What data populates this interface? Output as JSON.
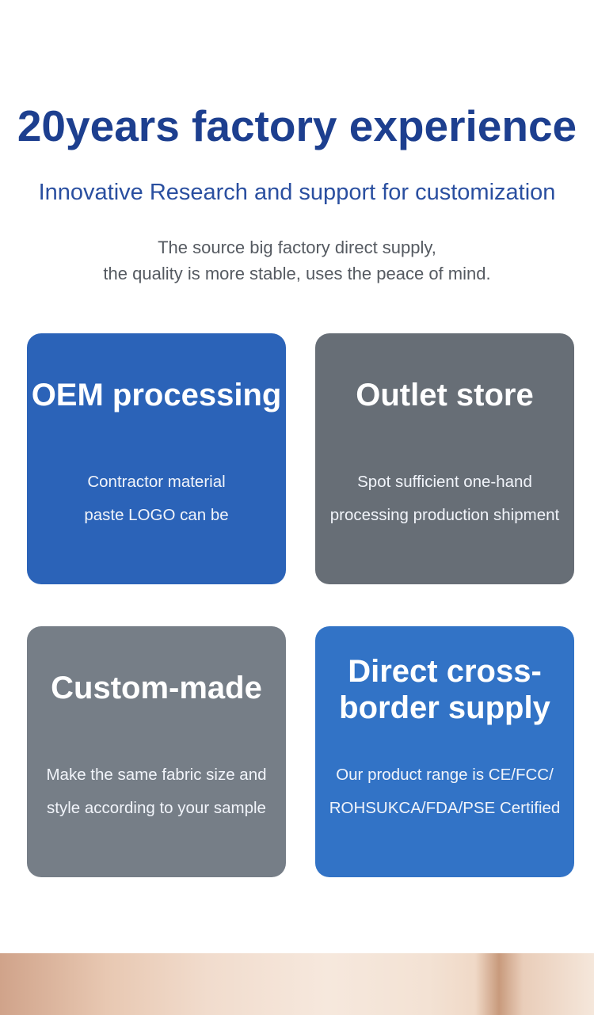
{
  "header": {
    "headline": "20years factory experience",
    "subhead": "Innovative Research and support for customization",
    "intro_lines": [
      "The source big factory direct supply,",
      "the quality is more stable, uses the peace of mind."
    ]
  },
  "cards": {
    "oem": {
      "title": "OEM processing",
      "desc_lines": [
        "Contractor material",
        "paste LOGO can be"
      ]
    },
    "outlet": {
      "title": "Outlet store",
      "desc_lines": [
        "Spot sufficient one-hand",
        "processing production shipment"
      ]
    },
    "custom": {
      "title": "Custom-made",
      "desc_lines": [
        "Make the same fabric size and",
        "style according to your sample"
      ]
    },
    "cross": {
      "title_lines": [
        "Direct cross-",
        "border supply"
      ],
      "desc_lines": [
        "Our product range is CE/FCC/",
        "ROHSUKCA/FDA/PSE Certified"
      ]
    }
  },
  "colors": {
    "headline": "#1d3f8f",
    "subhead": "#2a4fa0",
    "card_blue": "#2b63b8",
    "card_gray": "#676e76",
    "card_gray_light": "#767e87",
    "card_blue_light": "#3273c6"
  }
}
